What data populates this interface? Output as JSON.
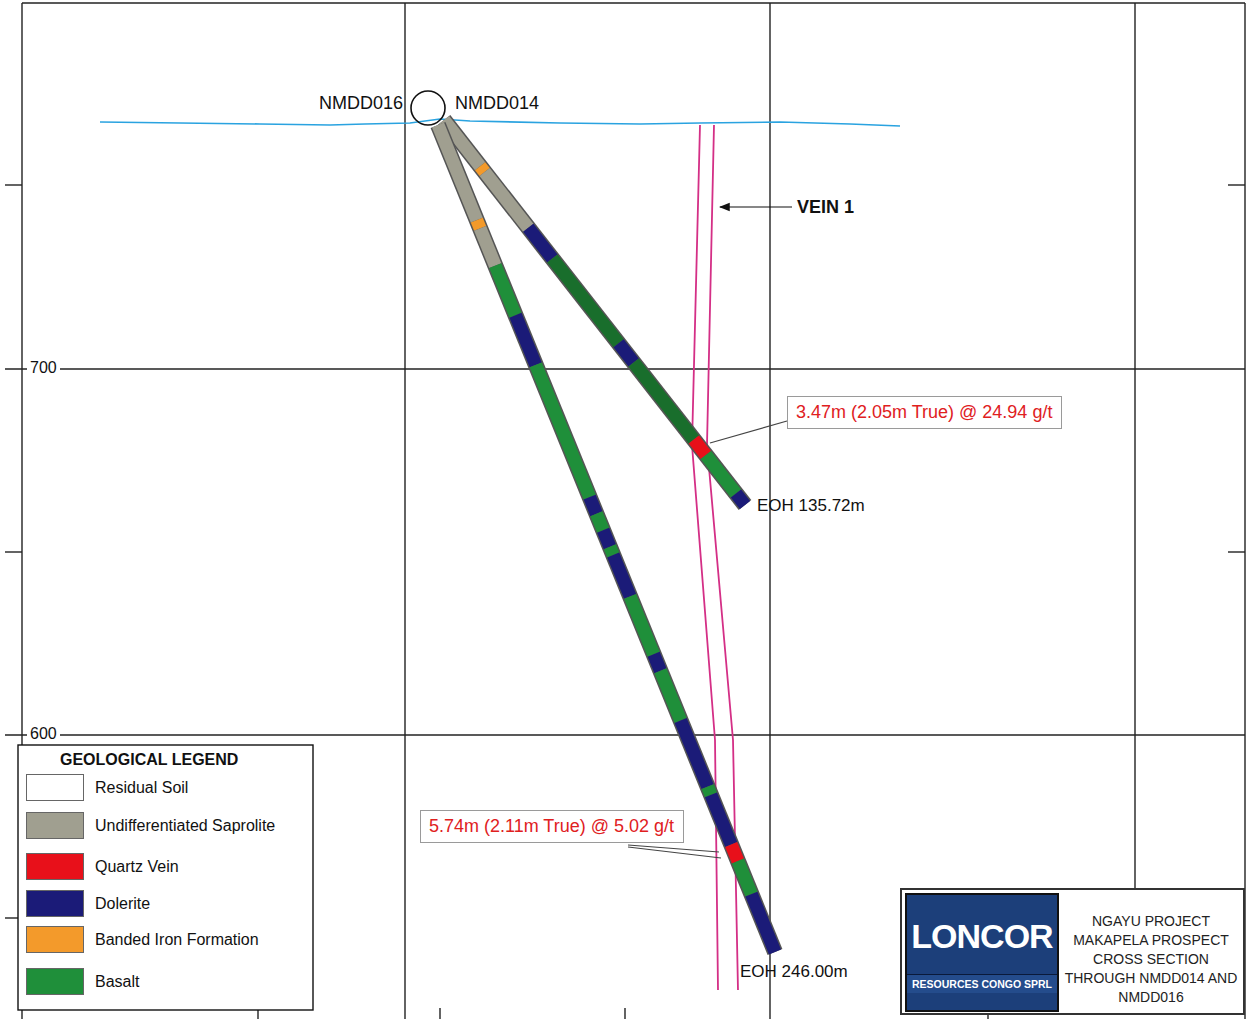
{
  "diagram": {
    "nodes": [
      {
        "text": [
          "3.47m (2.05m True) @ 24.94 g/t"
        ]
      },
      {
        "text": [
          "5.74m (2.11m True) @ 5.02 g/t"
        ]
      },
      {
        "text": [
          "NGAYU PROJECT MAKAPELA PROSPECT CROSS SECTION THROUGH NMDD014 AND NMDD016"
        ]
      },
      {
        "text": [
          "LONCOR",
          "RESOURCES CONGO SPRL"
        ],
        "in": 2
      }
    ],
    "labels": [
      "NMDD016",
      "NMDD014",
      "VEIN 1",
      "700",
      "600",
      "EOH 135.72m",
      "EOH 246.00m",
      "GEOLOGICAL LEGEND"
    ],
    "legend": [
      {
        "text": "Residual Soil",
        "color": "#ffffff"
      },
      {
        "text": "Undifferentiated Saprolite",
        "color": "#a09f90"
      },
      {
        "text": "Quartz Vein",
        "color": "#e8101a"
      },
      {
        "text": "Dolerite",
        "color": "#1b1b78"
      },
      {
        "text": "Banded Iron Formation",
        "color": "#f39a2b"
      },
      {
        "text": "Basalt",
        "color": "#1f8f3a"
      }
    ]
  }
}
